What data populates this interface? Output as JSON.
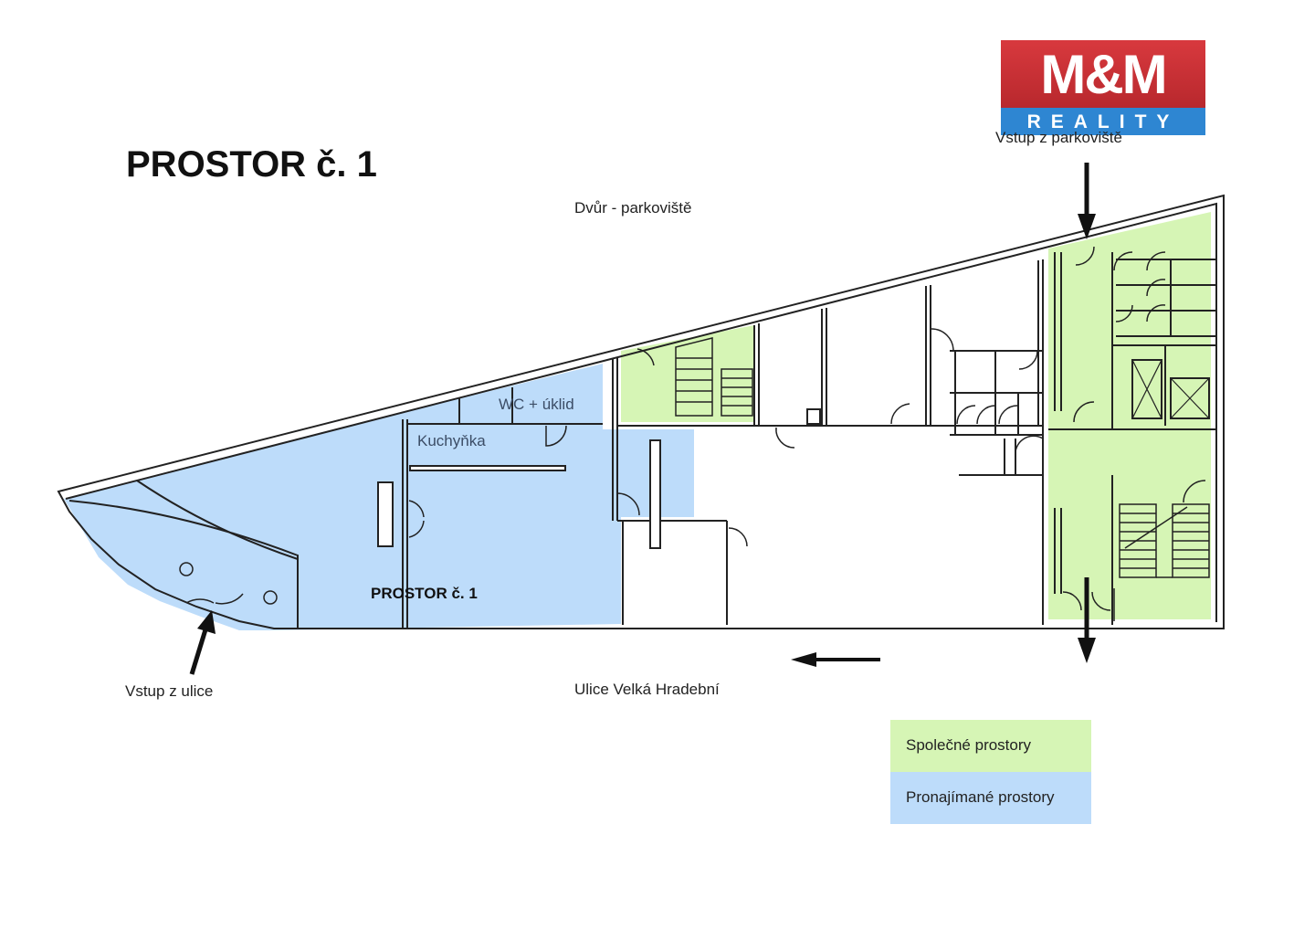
{
  "title": "PROSTOR č. 1",
  "labels": {
    "courtyard": "Dvůr - parkoviště",
    "entry_parking": "Vstup z parkoviště",
    "entry_street": "Vstup z ulice",
    "street": "Ulice Velká Hradební",
    "wc": "WC + úklid",
    "kitchen": "Kuchyňka",
    "space": "PROSTOR č. 1"
  },
  "legend": {
    "common": {
      "label": "Společné prostory",
      "color": "#d6f5b5"
    },
    "rented": {
      "label": "Pronajímané prostory",
      "color": "#bddcfa"
    }
  },
  "logo": {
    "top": "M&M",
    "bottom": "REALITY",
    "red": "#c8303a",
    "blue": "#2e86d2"
  },
  "icons": [
    "arrow-down-icon",
    "arrow-up-icon",
    "arrow-left-icon",
    "door-swing-icon",
    "staircase-icon",
    "elevator-icon"
  ]
}
